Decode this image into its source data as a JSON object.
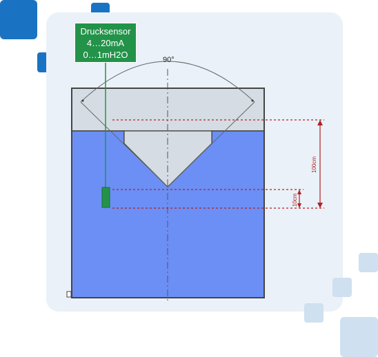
{
  "sensor": {
    "line1": "Drucksensor",
    "line2": "4…20mA",
    "line3": "0…1mH2O"
  },
  "angle": {
    "label": "90°"
  },
  "dimensions": {
    "large": "100cm",
    "small": "10cm"
  },
  "colors": {
    "water": "#6b8ff5",
    "air": "#d5dce3",
    "tank_outline": "#444444",
    "sensor": "#23934a",
    "dimension": "#b22222",
    "card": "#eaf1f8",
    "deco_dark": "#1a73c2",
    "deco_light": "#cfe0f0"
  }
}
